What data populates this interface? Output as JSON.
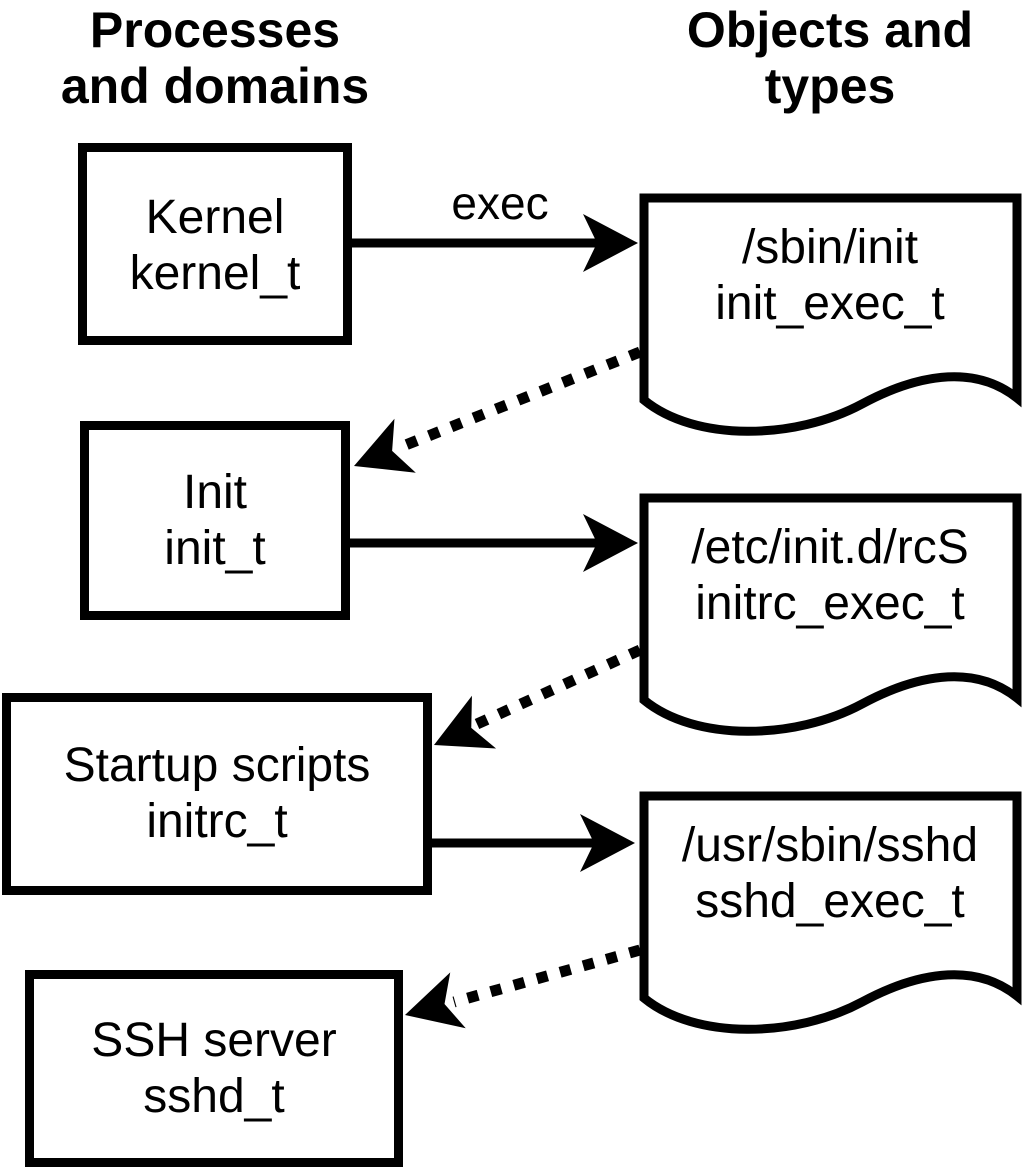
{
  "diagram": {
    "headers": {
      "left_line1": "Processes",
      "left_line2": "and domains",
      "right_line1": "Objects and",
      "right_line2": "types"
    },
    "process_nodes": [
      {
        "name": "Kernel",
        "domain": "kernel_t"
      },
      {
        "name": "Init",
        "domain": "init_t"
      },
      {
        "name": "Startup scripts",
        "domain": "initrc_t"
      },
      {
        "name": "SSH server",
        "domain": "sshd_t"
      }
    ],
    "object_nodes": [
      {
        "path": "/sbin/init",
        "type": "init_exec_t"
      },
      {
        "path": "/etc/init.d/rcS",
        "type": "initrc_exec_t"
      },
      {
        "path": "/usr/sbin/sshd",
        "type": "sshd_exec_t"
      }
    ],
    "edge_labels": {
      "exec": "exec"
    },
    "colors": {
      "foreground": "#000000",
      "background": "#ffffff"
    }
  }
}
